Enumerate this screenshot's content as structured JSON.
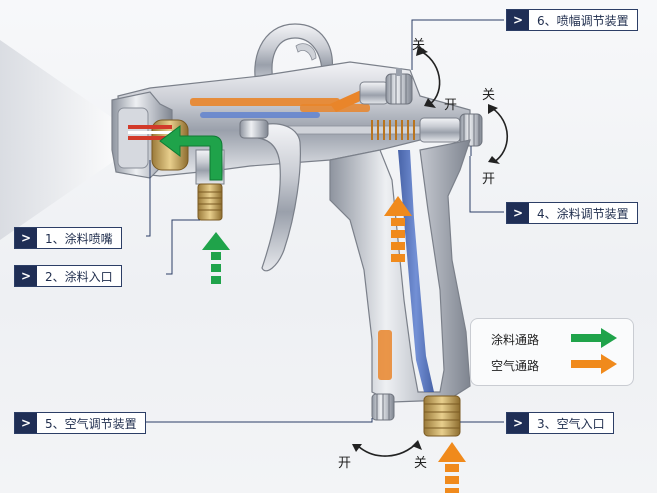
{
  "callouts": {
    "nozzle": {
      "arrow": ">",
      "text": "1、涂料喷嘴"
    },
    "paint_inlet": {
      "arrow": ">",
      "text": "2、涂料入口"
    },
    "air_inlet": {
      "arrow": ">",
      "text": "3、空气入口"
    },
    "paint_adjust": {
      "arrow": ">",
      "text": "4、涂料调节装置"
    },
    "air_adjust": {
      "arrow": ">",
      "text": "5、空气调节装置"
    },
    "fan_adjust": {
      "arrow": ">",
      "text": "6、喷幅调节装置"
    }
  },
  "knob_words": {
    "fan_close": "关",
    "fan_open": "开",
    "paint_close": "关",
    "paint_open": "开",
    "air_open": "开",
    "air_close": "关"
  },
  "legend": {
    "paint_path": "涂料通路",
    "air_path": "空气通路",
    "paint_color": "#1fa34a",
    "air_color": "#f08a1c"
  }
}
